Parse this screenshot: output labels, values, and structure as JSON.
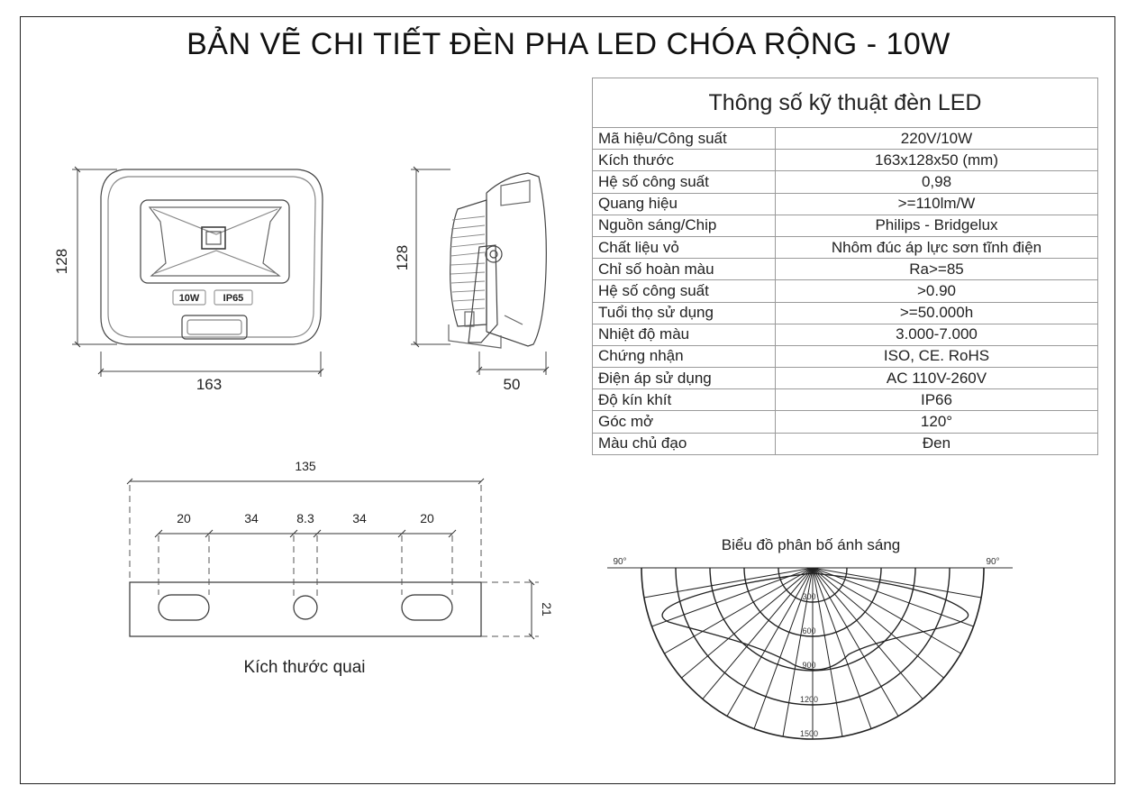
{
  "title": "BẢN VẼ CHI TIẾT ĐÈN PHA LED CHÓA RỘNG - 10W",
  "specs": {
    "heading": "Thông số kỹ thuật đèn LED",
    "rows": [
      {
        "k": "Mã hiệu/Công suất",
        "v": "220V/10W"
      },
      {
        "k": "Kích thước",
        "v": "163x128x50 (mm)"
      },
      {
        "k": "Hệ số công suất",
        "v": "0,98"
      },
      {
        "k": "Quang hiệu",
        "v": ">=110lm/W"
      },
      {
        "k": "Nguồn sáng/Chip",
        "v": "Philips - Bridgelux"
      },
      {
        "k": "Chất liệu vỏ",
        "v": "Nhôm đúc áp lực sơn tĩnh điện"
      },
      {
        "k": "Chỉ số hoàn màu",
        "v": "Ra>=85"
      },
      {
        "k": "Hệ số công suất",
        "v": ">0.90"
      },
      {
        "k": "Tuổi thọ sử dụng",
        "v": ">=50.000h"
      },
      {
        "k": "Nhiệt độ màu",
        "v": "3.000-7.000"
      },
      {
        "k": "Chứng nhận",
        "v": "ISO, CE. RoHS"
      },
      {
        "k": "Điện áp sử dụng",
        "v": "AC 110V-260V"
      },
      {
        "k": "Độ kín khít",
        "v": "IP66"
      },
      {
        "k": "Góc mở",
        "v": "120°"
      },
      {
        "k": "Màu chủ đạo",
        "v": "Đen"
      }
    ]
  },
  "front_view": {
    "width": "163",
    "height": "128",
    "label_power": "10W",
    "label_ip": "IP65"
  },
  "side_view": {
    "height": "128",
    "depth": "50"
  },
  "bracket": {
    "caption": "Kích thước quai",
    "total": "135",
    "segments": [
      "20",
      "34",
      "8.3",
      "34",
      "20"
    ],
    "height": "21"
  },
  "polar": {
    "title": "Biểu đồ phân bố ánh sáng",
    "left_angle": "90°",
    "right_angle": "90°",
    "radii_labels": [
      "300",
      "600",
      "900",
      "1200",
      "1500"
    ]
  }
}
